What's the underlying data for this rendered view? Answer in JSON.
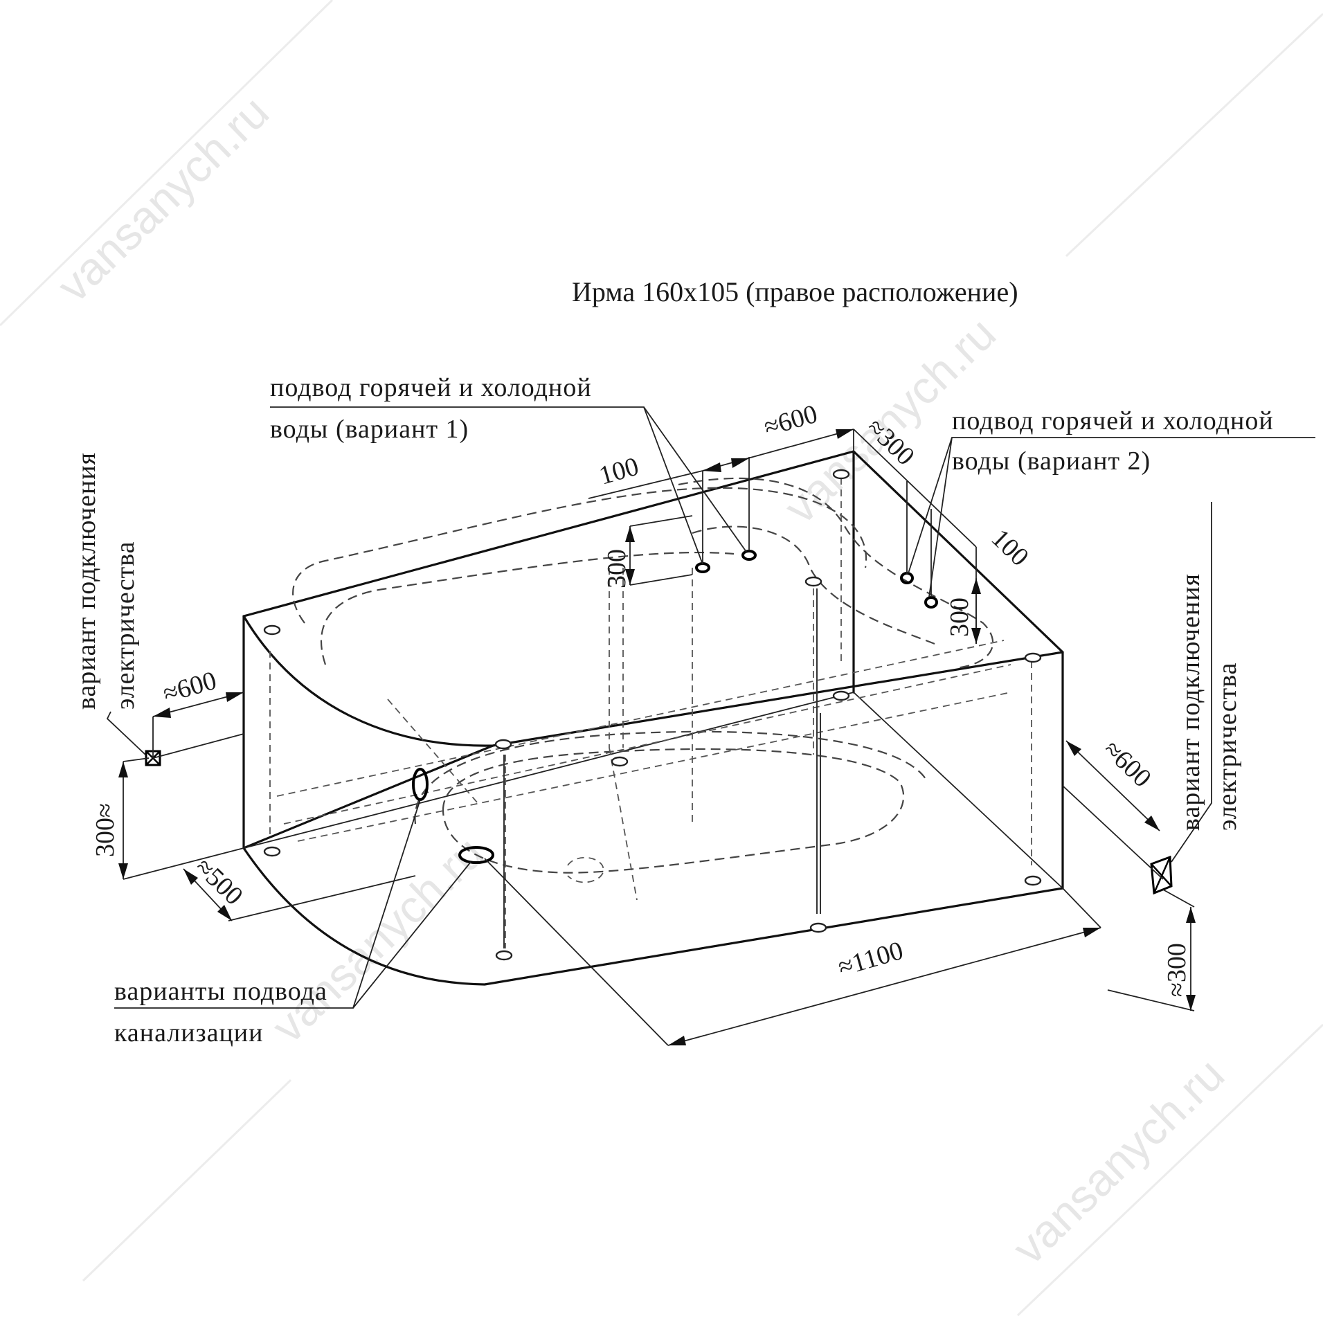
{
  "title": "Ирма 160х105 (правое расположение)",
  "notes": {
    "water_v1_line1": "подвод горячей и холодной",
    "water_v1_line2": "воды (вариант 1)",
    "water_v2_line1": "подвод горячей и холодной",
    "water_v2_line2": "воды (вариант 2)",
    "elec_left_line1": "вариант подключения",
    "elec_left_line2": "электричества",
    "elec_right_line1": "вариант подключения",
    "elec_right_line2": "электричества",
    "drain_line1": "варианты подвода",
    "drain_line2": "канализации"
  },
  "dimensions": {
    "d_top_600": "≈600",
    "d_top_100": "100",
    "d_top_300_right": "≈300",
    "d_right_100": "100",
    "d_inner_300_left": "300",
    "d_inner_300_right": "300",
    "d_left_600": "≈600",
    "d_left_300": "300≈",
    "d_left_500": "≈500",
    "d_bottom_1100": "≈1100",
    "d_right_600": "≈600",
    "d_right_300": "≈300"
  },
  "watermark": "vansanych.ru"
}
